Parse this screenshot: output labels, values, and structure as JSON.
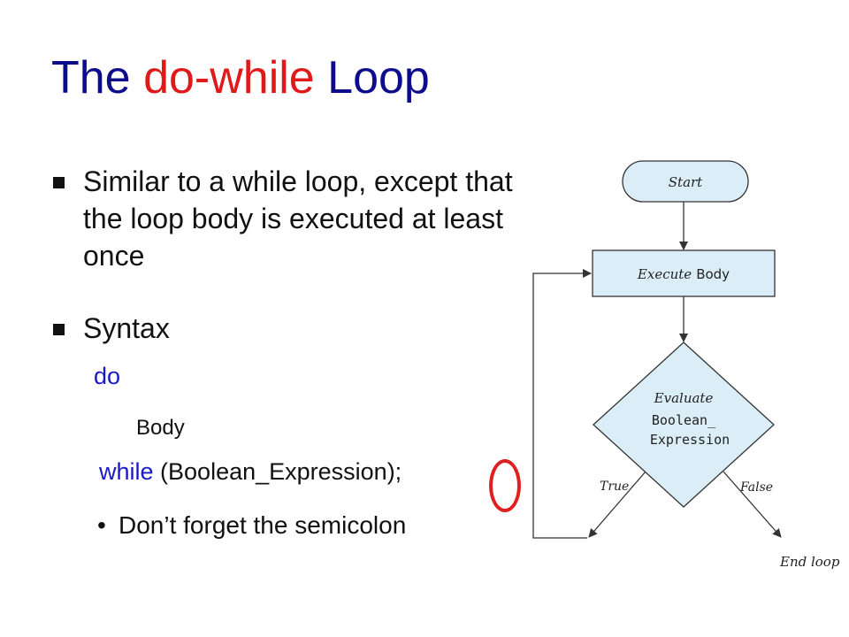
{
  "slide": {
    "title": {
      "part1": "The ",
      "part2": "do-while",
      "part3": " Loop"
    },
    "bullets": [
      {
        "text": "Similar to a while loop, except that the loop body is executed at least once"
      },
      {
        "text": "Syntax"
      }
    ],
    "code": {
      "do_keyword": "do",
      "body": "Body",
      "while_keyword": "while",
      "while_rest": " (Boolean_Expression);"
    },
    "sub_bullet": "Don’t forget the semicolon",
    "highlight_color": "#e02020"
  },
  "flowchart": {
    "start": "Start",
    "execute_prefix": "Execute",
    "execute_body": "Body",
    "evaluate": "Evaluate",
    "expr_line1": "Boolean_",
    "expr_line2": "Expression",
    "true_label": "True",
    "false_label": "False",
    "end_label": "End loop",
    "fill_color": "#dbeef8"
  }
}
